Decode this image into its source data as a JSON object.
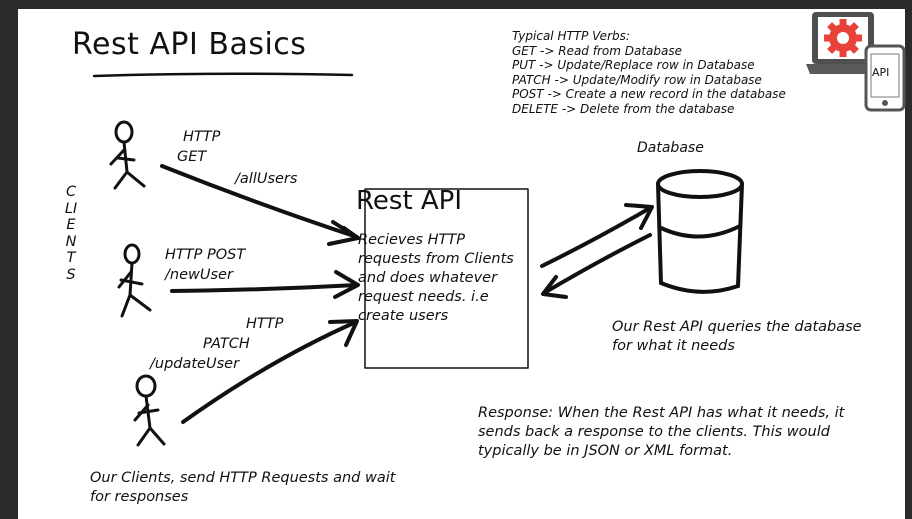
{
  "title": "Rest API Basics",
  "verbs": {
    "heading": "Typical HTTP Verbs:",
    "lines": [
      "GET -> Read from Database",
      "PUT -> Update/Replace row in Database",
      "PATCH -> Update/Modify row in Database",
      "POST -> Create a new record in the database",
      "DELETE -> Delete from the database"
    ]
  },
  "api_icon_label": "API",
  "clients_vertical": "CLIENTS",
  "requests": {
    "get": {
      "line1": "HTTP",
      "line2": "GET",
      "line3": "/allUsers"
    },
    "post": {
      "line1": "HTTP POST",
      "line2": "/newUser"
    },
    "patch": {
      "line1": "HTTP",
      "line2": "PATCH",
      "line3": "/updateUser"
    }
  },
  "rest_api": {
    "title": "Rest API",
    "description": "Recieves HTTP requests from Clients and does whatever request needs. i.e create users"
  },
  "database": {
    "label": "Database",
    "caption": "Our Rest API queries the database for what it needs"
  },
  "response_text": "Response: When the Rest API has what it needs, it sends back a response to the clients. This would typically be in JSON or XML format.",
  "clients_caption": "Our Clients, send HTTP Requests and wait for responses",
  "colors": {
    "background": "#2b2b2b",
    "canvas": "#ffffff",
    "ink": "#111111",
    "gear_red": "#e8423a",
    "device_grey": "#5a5a5a"
  }
}
